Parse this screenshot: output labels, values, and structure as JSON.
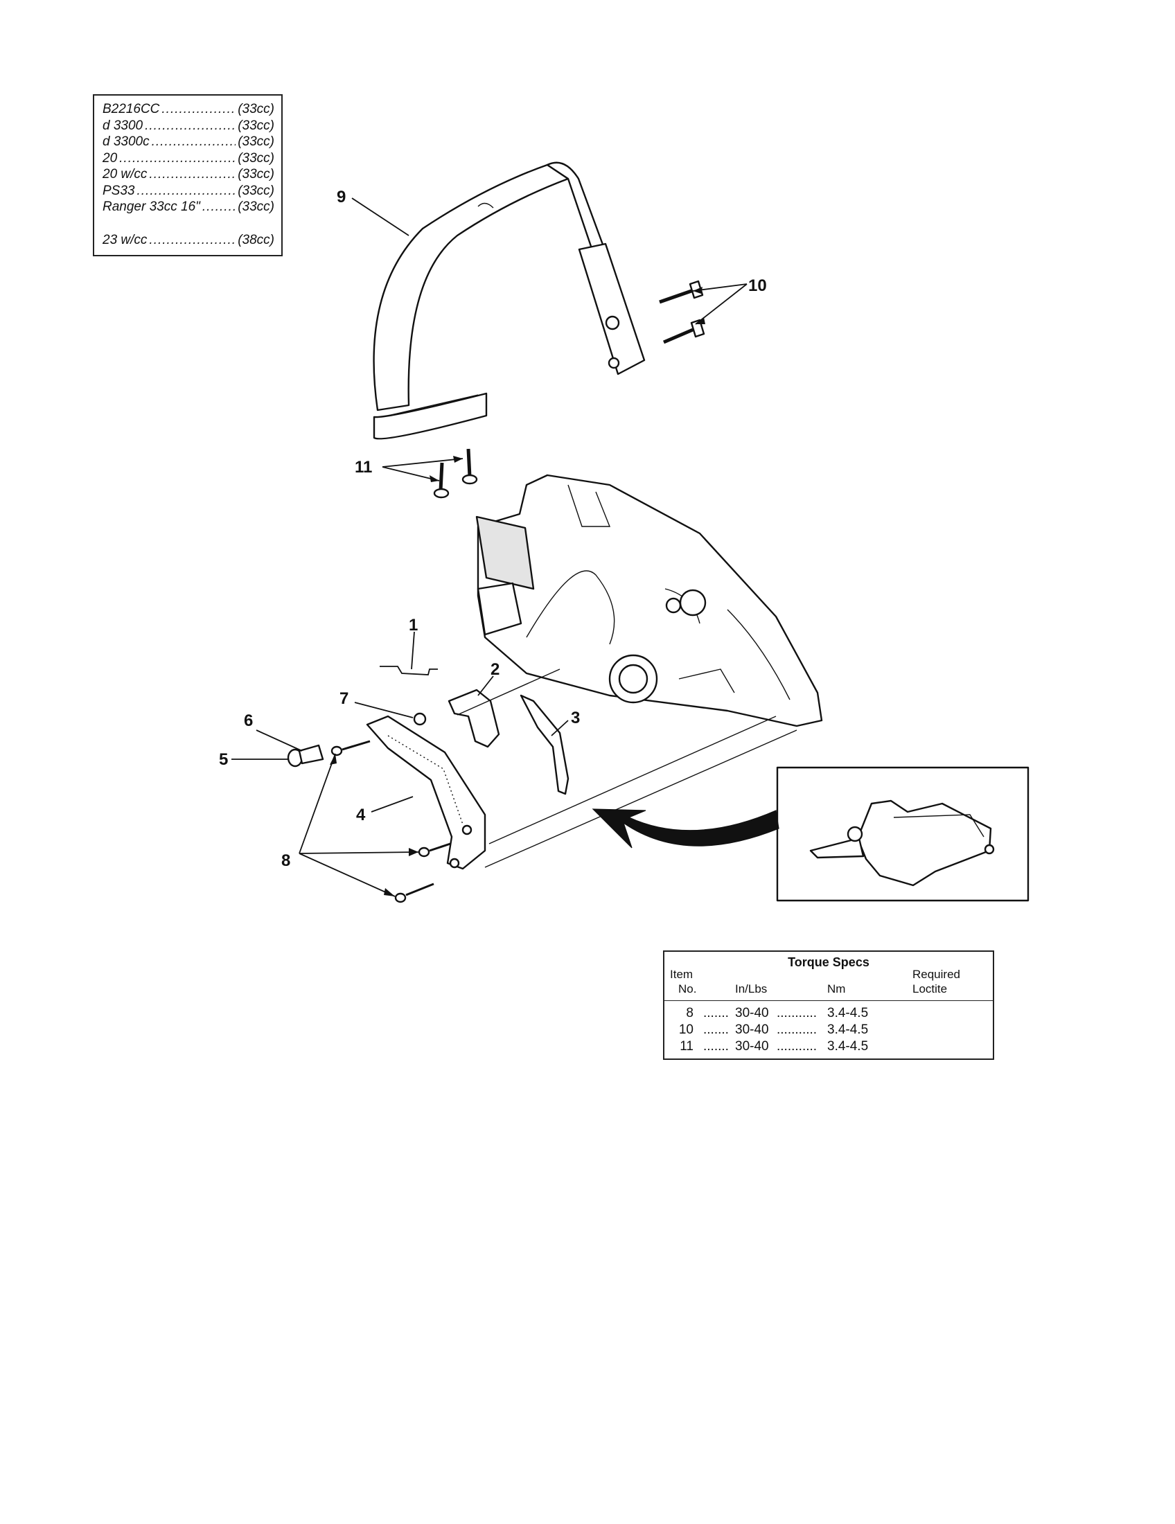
{
  "models": [
    {
      "name": "B2216CC",
      "cc": "(33cc)"
    },
    {
      "name": "d 3300",
      "cc": "(33cc)"
    },
    {
      "name": "d 3300c",
      "cc": "(33cc)"
    },
    {
      "name": "20",
      "cc": "(33cc)"
    },
    {
      "name": "20 w/cc",
      "cc": "(33cc)"
    },
    {
      "name": "PS33",
      "cc": "(33cc)"
    },
    {
      "name": "Ranger 33cc 16\"",
      "cc": "(33cc)"
    },
    {
      "name": "23 w/cc",
      "cc": "(38cc)"
    }
  ],
  "callouts": {
    "c1": "1",
    "c2": "2",
    "c3": "3",
    "c4": "4",
    "c5": "5",
    "c6": "6",
    "c7": "7",
    "c8": "8",
    "c9": "9",
    "c10": "10",
    "c11": "11"
  },
  "torque_specs": {
    "title": "Torque Specs",
    "headers": {
      "item_line1": "Item",
      "item_line2": "No.",
      "inlbs": "In/Lbs",
      "nm": "Nm",
      "loctite_line1": "Required",
      "loctite_line2": "Loctite"
    },
    "rows": [
      {
        "item": "8",
        "inlbs": "30-40",
        "nm": "3.4-4.5"
      },
      {
        "item": "10",
        "inlbs": "30-40",
        "nm": "3.4-4.5"
      },
      {
        "item": "11",
        "inlbs": "30-40",
        "nm": "3.4-4.5"
      }
    ]
  }
}
